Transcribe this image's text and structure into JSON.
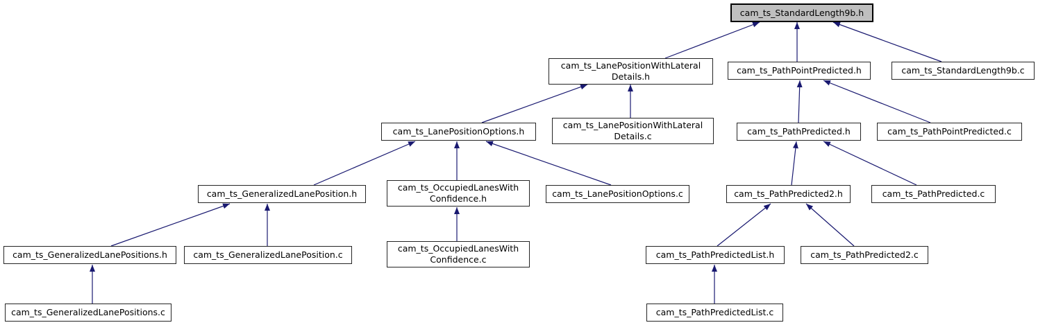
{
  "colors": {
    "background": "#ffffff",
    "edge": "#191970",
    "node_fill": "#ffffff",
    "node_border": "#242424",
    "current_node_fill": "#bfbfbf",
    "current_node_border": "#000000",
    "text": "#000000"
  },
  "nodes": [
    {
      "id": "cam_ts_StandardLength9b.h",
      "label": "cam_ts_StandardLength9b.h",
      "current": true
    },
    {
      "id": "cam_ts_LanePositionWithLateralDetails.h",
      "label": "cam_ts_LanePositionWithLateral\nDetails.h"
    },
    {
      "id": "cam_ts_PathPointPredicted.h",
      "label": "cam_ts_PathPointPredicted.h"
    },
    {
      "id": "cam_ts_StandardLength9b.c",
      "label": "cam_ts_StandardLength9b.c"
    },
    {
      "id": "cam_ts_LanePositionOptions.h",
      "label": "cam_ts_LanePositionOptions.h"
    },
    {
      "id": "cam_ts_LanePositionWithLateralDetails.c",
      "label": "cam_ts_LanePositionWithLateral\nDetails.c"
    },
    {
      "id": "cam_ts_PathPredicted.h",
      "label": "cam_ts_PathPredicted.h"
    },
    {
      "id": "cam_ts_PathPointPredicted.c",
      "label": "cam_ts_PathPointPredicted.c"
    },
    {
      "id": "cam_ts_GeneralizedLanePosition.h",
      "label": "cam_ts_GeneralizedLanePosition.h"
    },
    {
      "id": "cam_ts_OccupiedLanesWithConfidence.h",
      "label": "cam_ts_OccupiedLanesWith\nConfidence.h"
    },
    {
      "id": "cam_ts_LanePositionOptions.c",
      "label": "cam_ts_LanePositionOptions.c"
    },
    {
      "id": "cam_ts_PathPredicted2.h",
      "label": "cam_ts_PathPredicted2.h"
    },
    {
      "id": "cam_ts_PathPredicted.c",
      "label": "cam_ts_PathPredicted.c"
    },
    {
      "id": "cam_ts_GeneralizedLanePositions.h",
      "label": "cam_ts_GeneralizedLanePositions.h"
    },
    {
      "id": "cam_ts_GeneralizedLanePosition.c",
      "label": "cam_ts_GeneralizedLanePosition.c"
    },
    {
      "id": "cam_ts_OccupiedLanesWithConfidence.c",
      "label": "cam_ts_OccupiedLanesWith\nConfidence.c"
    },
    {
      "id": "cam_ts_PathPredictedList.h",
      "label": "cam_ts_PathPredictedList.h"
    },
    {
      "id": "cam_ts_PathPredicted2.c",
      "label": "cam_ts_PathPredicted2.c"
    },
    {
      "id": "cam_ts_GeneralizedLanePositions.c",
      "label": "cam_ts_GeneralizedLanePositions.c"
    },
    {
      "id": "cam_ts_PathPredictedList.c",
      "label": "cam_ts_PathPredictedList.c"
    }
  ],
  "edges": [
    {
      "from": "cam_ts_LanePositionWithLateralDetails.h",
      "to": "cam_ts_StandardLength9b.h"
    },
    {
      "from": "cam_ts_PathPointPredicted.h",
      "to": "cam_ts_StandardLength9b.h"
    },
    {
      "from": "cam_ts_StandardLength9b.c",
      "to": "cam_ts_StandardLength9b.h"
    },
    {
      "from": "cam_ts_LanePositionOptions.h",
      "to": "cam_ts_LanePositionWithLateralDetails.h"
    },
    {
      "from": "cam_ts_LanePositionWithLateralDetails.c",
      "to": "cam_ts_LanePositionWithLateralDetails.h"
    },
    {
      "from": "cam_ts_GeneralizedLanePosition.h",
      "to": "cam_ts_LanePositionOptions.h"
    },
    {
      "from": "cam_ts_OccupiedLanesWithConfidence.h",
      "to": "cam_ts_LanePositionOptions.h"
    },
    {
      "from": "cam_ts_LanePositionOptions.c",
      "to": "cam_ts_LanePositionOptions.h"
    },
    {
      "from": "cam_ts_GeneralizedLanePositions.h",
      "to": "cam_ts_GeneralizedLanePosition.h"
    },
    {
      "from": "cam_ts_GeneralizedLanePosition.c",
      "to": "cam_ts_GeneralizedLanePosition.h"
    },
    {
      "from": "cam_ts_GeneralizedLanePositions.c",
      "to": "cam_ts_GeneralizedLanePositions.h"
    },
    {
      "from": "cam_ts_OccupiedLanesWithConfidence.c",
      "to": "cam_ts_OccupiedLanesWithConfidence.h"
    },
    {
      "from": "cam_ts_PathPredicted.h",
      "to": "cam_ts_PathPointPredicted.h"
    },
    {
      "from": "cam_ts_PathPointPredicted.c",
      "to": "cam_ts_PathPointPredicted.h"
    },
    {
      "from": "cam_ts_PathPredicted2.h",
      "to": "cam_ts_PathPredicted.h"
    },
    {
      "from": "cam_ts_PathPredicted.c",
      "to": "cam_ts_PathPredicted.h"
    },
    {
      "from": "cam_ts_PathPredictedList.h",
      "to": "cam_ts_PathPredicted2.h"
    },
    {
      "from": "cam_ts_PathPredicted2.c",
      "to": "cam_ts_PathPredicted2.h"
    },
    {
      "from": "cam_ts_PathPredictedList.c",
      "to": "cam_ts_PathPredictedList.h"
    }
  ]
}
